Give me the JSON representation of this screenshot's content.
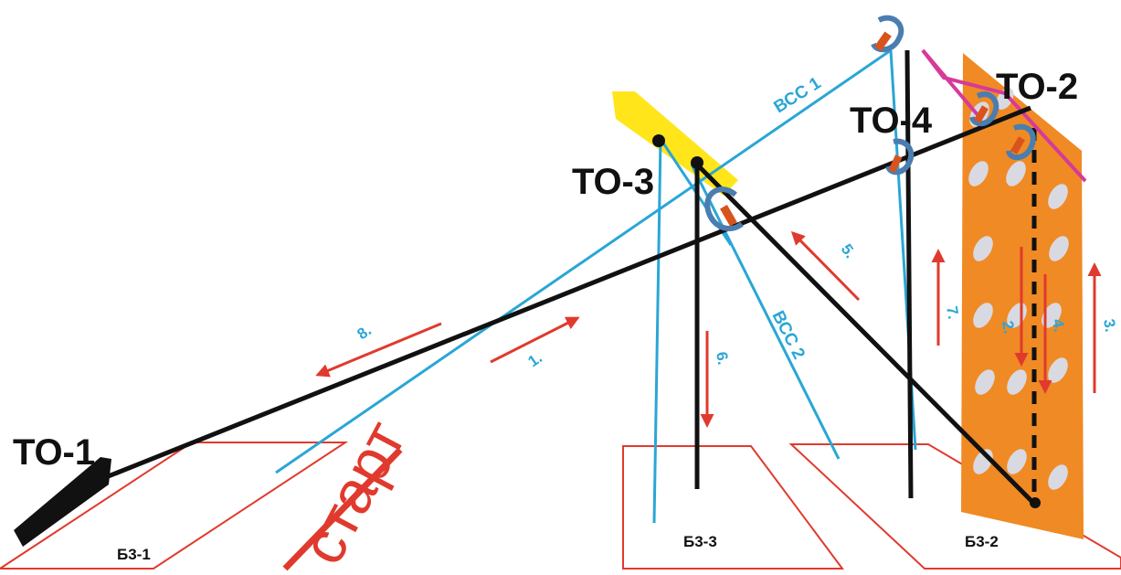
{
  "points": {
    "to1": "ТО-1",
    "to2": "ТО-2",
    "to3": "ТО-3",
    "to4": "ТО-4"
  },
  "zones": {
    "bz1": "Б3-1",
    "bz2": "Б3-2",
    "bz3": "Б3-3"
  },
  "start_label": "старт",
  "ropes": {
    "vss1": "ВСС 1",
    "vss2": "ВСС 2"
  },
  "steps": {
    "s1": "1.",
    "s2": "2.",
    "s3": "3.",
    "s4": "4.",
    "s5": "5.",
    "s6": "6.",
    "s7": "7.",
    "s8": "8."
  },
  "colors": {
    "rope_black": "#111111",
    "rope_blue": "#2aa6d6",
    "arrow_red": "#e03a2e",
    "wall_orange": "#f08a24",
    "platform_yellow": "#ffe51a",
    "magenta": "#d63a9a",
    "carabiner_blue": "#4a7db0",
    "carabiner_orange": "#d8541c"
  }
}
